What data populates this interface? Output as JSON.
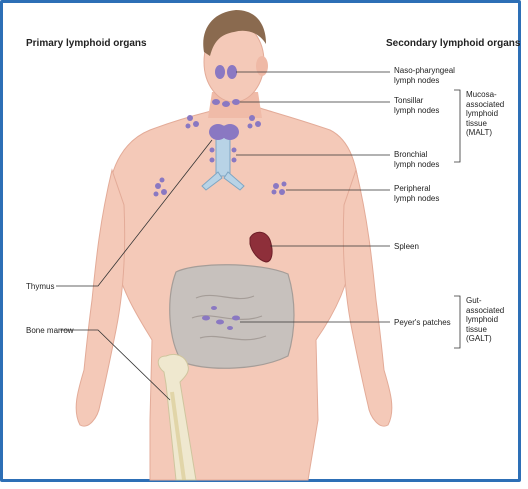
{
  "headings": {
    "primary": "Primary lymphoid organs",
    "secondary": "Secondary lymphoid organs"
  },
  "labels": {
    "naso": "Naso-pharyngeal\nlymph nodes",
    "tonsillar": "Tonsillar\nlymph nodes",
    "bronchial": "Bronchial\nlymph nodes",
    "peripheral": "Peripheral\nlymph nodes",
    "spleen": "Spleen",
    "peyers": "Peyer's patches",
    "thymus": "Thymus",
    "bone_marrow": "Bone marrow"
  },
  "groups": {
    "malt": "Mucosa-\nassociated\nlymphoid\ntissue\n(MALT)",
    "galt": "Gut-\nassociated\nlymphoid\ntissue\n(GALT)"
  },
  "colors": {
    "skin": "#f4c9b8",
    "hair": "#8a6a4f",
    "lymph": "#8a78c2",
    "spleen": "#8e2f3a",
    "intestine": "#c7c1bd",
    "bone": "#efe8cf",
    "frame": "#2d6fb6"
  }
}
